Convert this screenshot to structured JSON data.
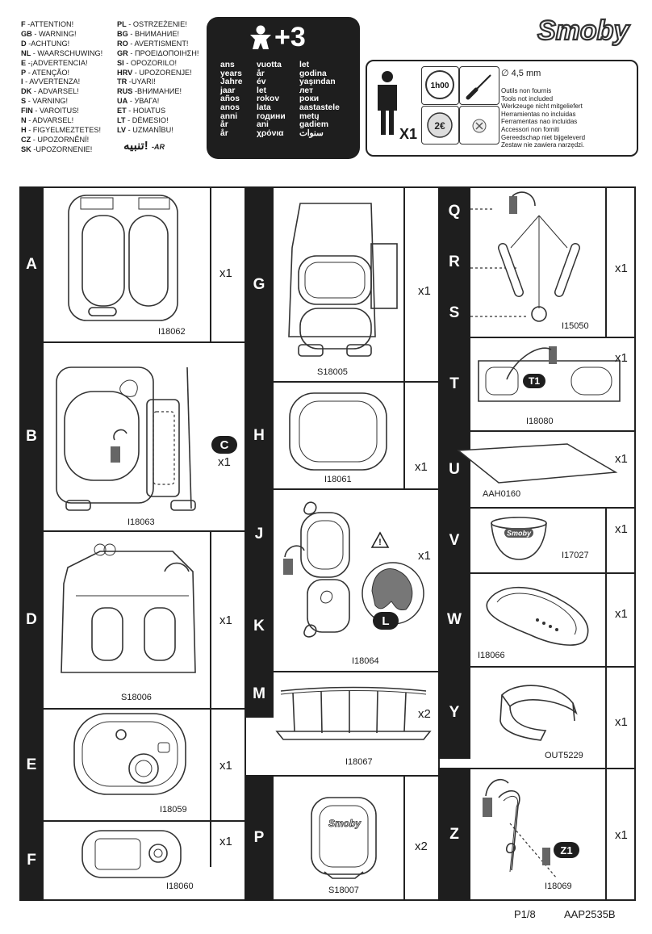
{
  "brand": "Smoby",
  "warnings_left": [
    {
      "code": "F",
      "text": " -ATTENTION!"
    },
    {
      "code": "GB",
      "text": " - WARNING!"
    },
    {
      "code": "D",
      "text": " -ACHTUNG!"
    },
    {
      "code": "NL",
      "text": " - WAARSCHUWING!"
    },
    {
      "code": "E",
      "text": " -¡ADVERTENCIA!"
    },
    {
      "code": "P",
      "text": " - ATENÇÃO!"
    },
    {
      "code": "I",
      "text": " - AVVERTENZA!"
    },
    {
      "code": "DK",
      "text": " - ADVARSEL!"
    },
    {
      "code": "S",
      "text": " - VARNING!"
    },
    {
      "code": "FIN",
      "text": " - VAROITUS!"
    },
    {
      "code": "N",
      "text": " - ADVARSEL!"
    },
    {
      "code": "H",
      "text": " - FIGYELMEZTETES!"
    },
    {
      "code": "CZ",
      "text": " - UPOZORNĚNÍ!"
    },
    {
      "code": "SK",
      "text": " -UPOZORNENIE!"
    }
  ],
  "warnings_right": [
    {
      "code": "PL",
      "text": " - OSTRZEŻENIE!"
    },
    {
      "code": "BG",
      "text": " - ВНИМАНИЕ!"
    },
    {
      "code": "RO",
      "text": " - AVERTISMENT!"
    },
    {
      "code": "GR",
      "text": " - ΠΡΟΕΙΔΟΠΟΙΗΣΗ!"
    },
    {
      "code": "SI",
      "text": " - OPOZORILO!"
    },
    {
      "code": "HRV",
      "text": " - UPOZORENJE!"
    },
    {
      "code": "TR",
      "text": " -UYARI!"
    },
    {
      "code": "RUS",
      "text": " -ВНИМАНИЕ!"
    },
    {
      "code": "UA",
      "text": " - УВАГА!"
    },
    {
      "code": "ET",
      "text": " - HOIATUS"
    },
    {
      "code": "LT",
      "text": " - DĖMESIO!"
    },
    {
      "code": "LV",
      "text": " - UZMANĪBU!"
    }
  ],
  "warning_arabic": "تنبيه!",
  "warning_arabic_code": "-AR",
  "age": {
    "label": "+3",
    "col1": [
      "ans",
      "years",
      "Jahre",
      "jaar",
      "años",
      "anos",
      "anni",
      "år",
      "år"
    ],
    "col2": [
      "vuotta",
      "år",
      "év",
      "let",
      "rokov",
      "lata",
      "години",
      "ani",
      "χρόνια"
    ],
    "col3": [
      "let",
      "godina",
      "yaşından",
      "лет",
      "роки",
      "aastastele",
      "metų",
      "gadiem",
      "سنوات"
    ]
  },
  "tools": {
    "person_count": "X1",
    "time": "1h00",
    "screw_size": "∅ 4,5 mm",
    "coin_label": "2€",
    "notes": [
      "Outils non  fournis",
      "Tools not included",
      "Werkzeuge nicht mitgeliefert",
      "Herramientas no incluidas",
      "Ferramentas nao incluidas",
      "Accessori non forniti",
      "Gereedschap niet bijgeleverd",
      "Zestaw nie zawiera narzędzi."
    ]
  },
  "parts": {
    "A": {
      "letter": "A",
      "code": "I18062",
      "qty": "x1"
    },
    "B": {
      "letter": "B",
      "code": "I18063",
      "qty": "x1",
      "badge": "C"
    },
    "D": {
      "letter": "D",
      "code": "S18006",
      "qty": "x1"
    },
    "E": {
      "letter": "E",
      "code": "I18059",
      "qty": "x1"
    },
    "F": {
      "letter": "F",
      "code": "I18060",
      "qty": "x1"
    },
    "G": {
      "letter": "G",
      "code": "S18005",
      "qty": "x1"
    },
    "H": {
      "letter": "H",
      "code": "I18061",
      "qty": "x1"
    },
    "JK": {
      "letter_j": "J",
      "letter_k": "K",
      "code": "I18064",
      "qty": "x1",
      "badge": "L"
    },
    "M": {
      "letter": "M",
      "code": "I18067",
      "qty": "x2"
    },
    "P": {
      "letter": "P",
      "code": "S18007",
      "qty": "x2"
    },
    "QRS": {
      "letter_q": "Q",
      "letter_r": "R",
      "letter_s": "S",
      "code": "I15050",
      "qty": "x1"
    },
    "T": {
      "letter": "T",
      "code": "I18080",
      "qty": "x1",
      "badge": "T1"
    },
    "U": {
      "letter": "U",
      "code": "AAH0160",
      "qty": "x1"
    },
    "V": {
      "letter": "V",
      "code": "I17027",
      "qty": "x1"
    },
    "W": {
      "letter": "W",
      "code": "I18066",
      "qty": "x1"
    },
    "Y": {
      "letter": "Y",
      "code": "OUT5229",
      "qty": "x1"
    },
    "Z": {
      "letter": "Z",
      "code": "I18069",
      "qty": "x1",
      "badge": "Z1"
    }
  },
  "footer": {
    "page": "P1/8",
    "ref": "AAP2535B"
  }
}
